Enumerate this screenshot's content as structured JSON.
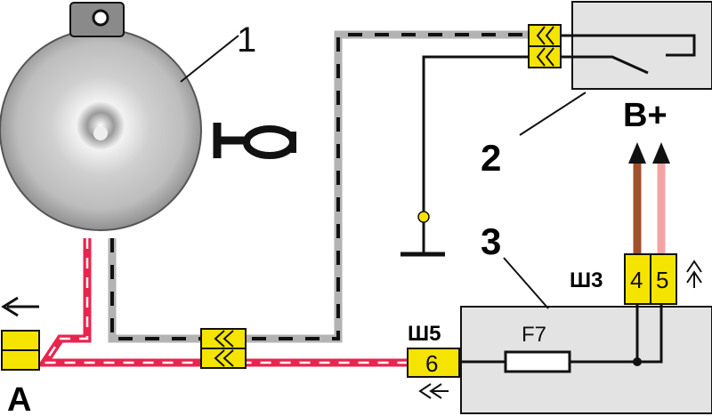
{
  "diagram": {
    "callouts": {
      "horn": "1",
      "horn_switch": "2",
      "mounting_block": "3"
    },
    "labels": {
      "power": "B+",
      "ground_point": "A",
      "connector_left": "Ш5",
      "connector_right": "Ш3",
      "fuse": "F7"
    },
    "pins": {
      "pin_6": "6",
      "pin_4": "4",
      "pin_5": "5"
    },
    "wire_colors": {
      "red_white": "#e8254f",
      "gray_black": "#b3b3b3",
      "brown": "#a0522d",
      "pink": "#f4a3a3",
      "connector_yellow": "#f5e400",
      "block_gray": "#e3e3e3"
    }
  }
}
